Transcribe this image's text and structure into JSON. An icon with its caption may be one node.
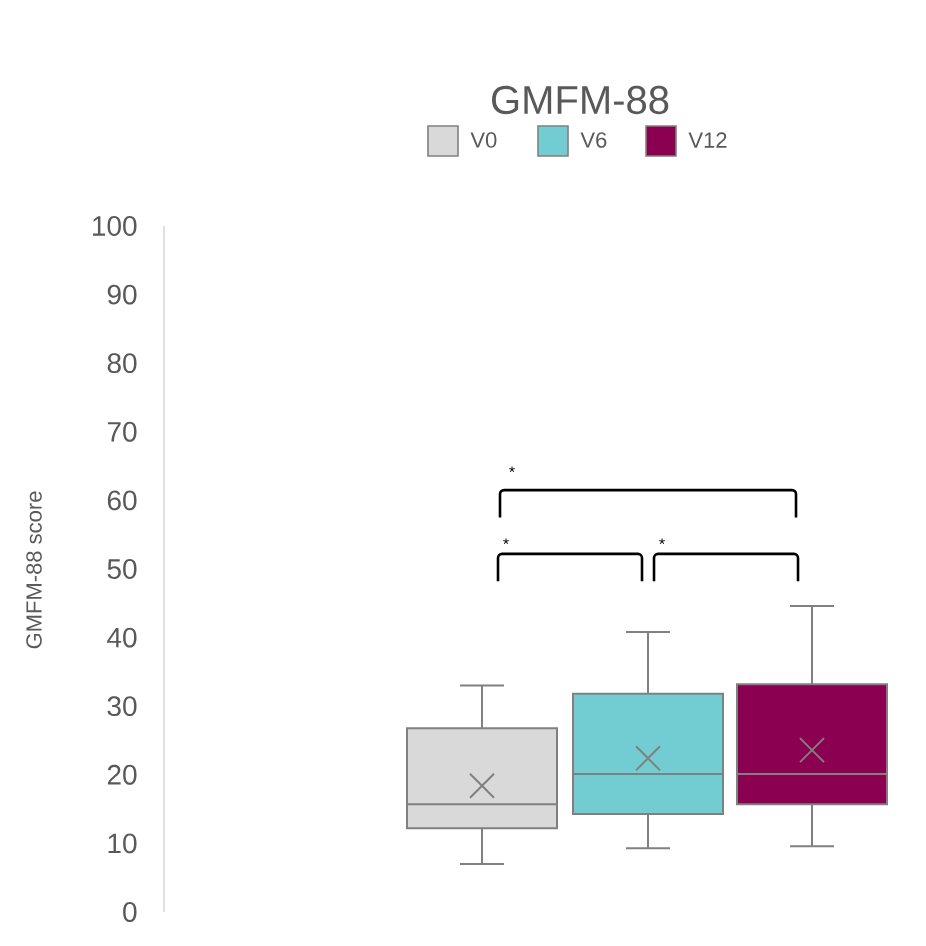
{
  "diagram": {
    "title": "GMFM-88",
    "labels": [
      "GMFM-88 score",
      "100",
      "90",
      "80",
      "70",
      "60",
      "50",
      "40",
      "30",
      "20",
      "10",
      "0",
      "*",
      "*",
      "*"
    ],
    "legend": [
      {
        "text": "V0",
        "color": "#d9d9d9"
      },
      {
        "text": "V6",
        "color": "#72cdd3"
      },
      {
        "text": "V12",
        "color": "#8b0050"
      }
    ]
  }
}
